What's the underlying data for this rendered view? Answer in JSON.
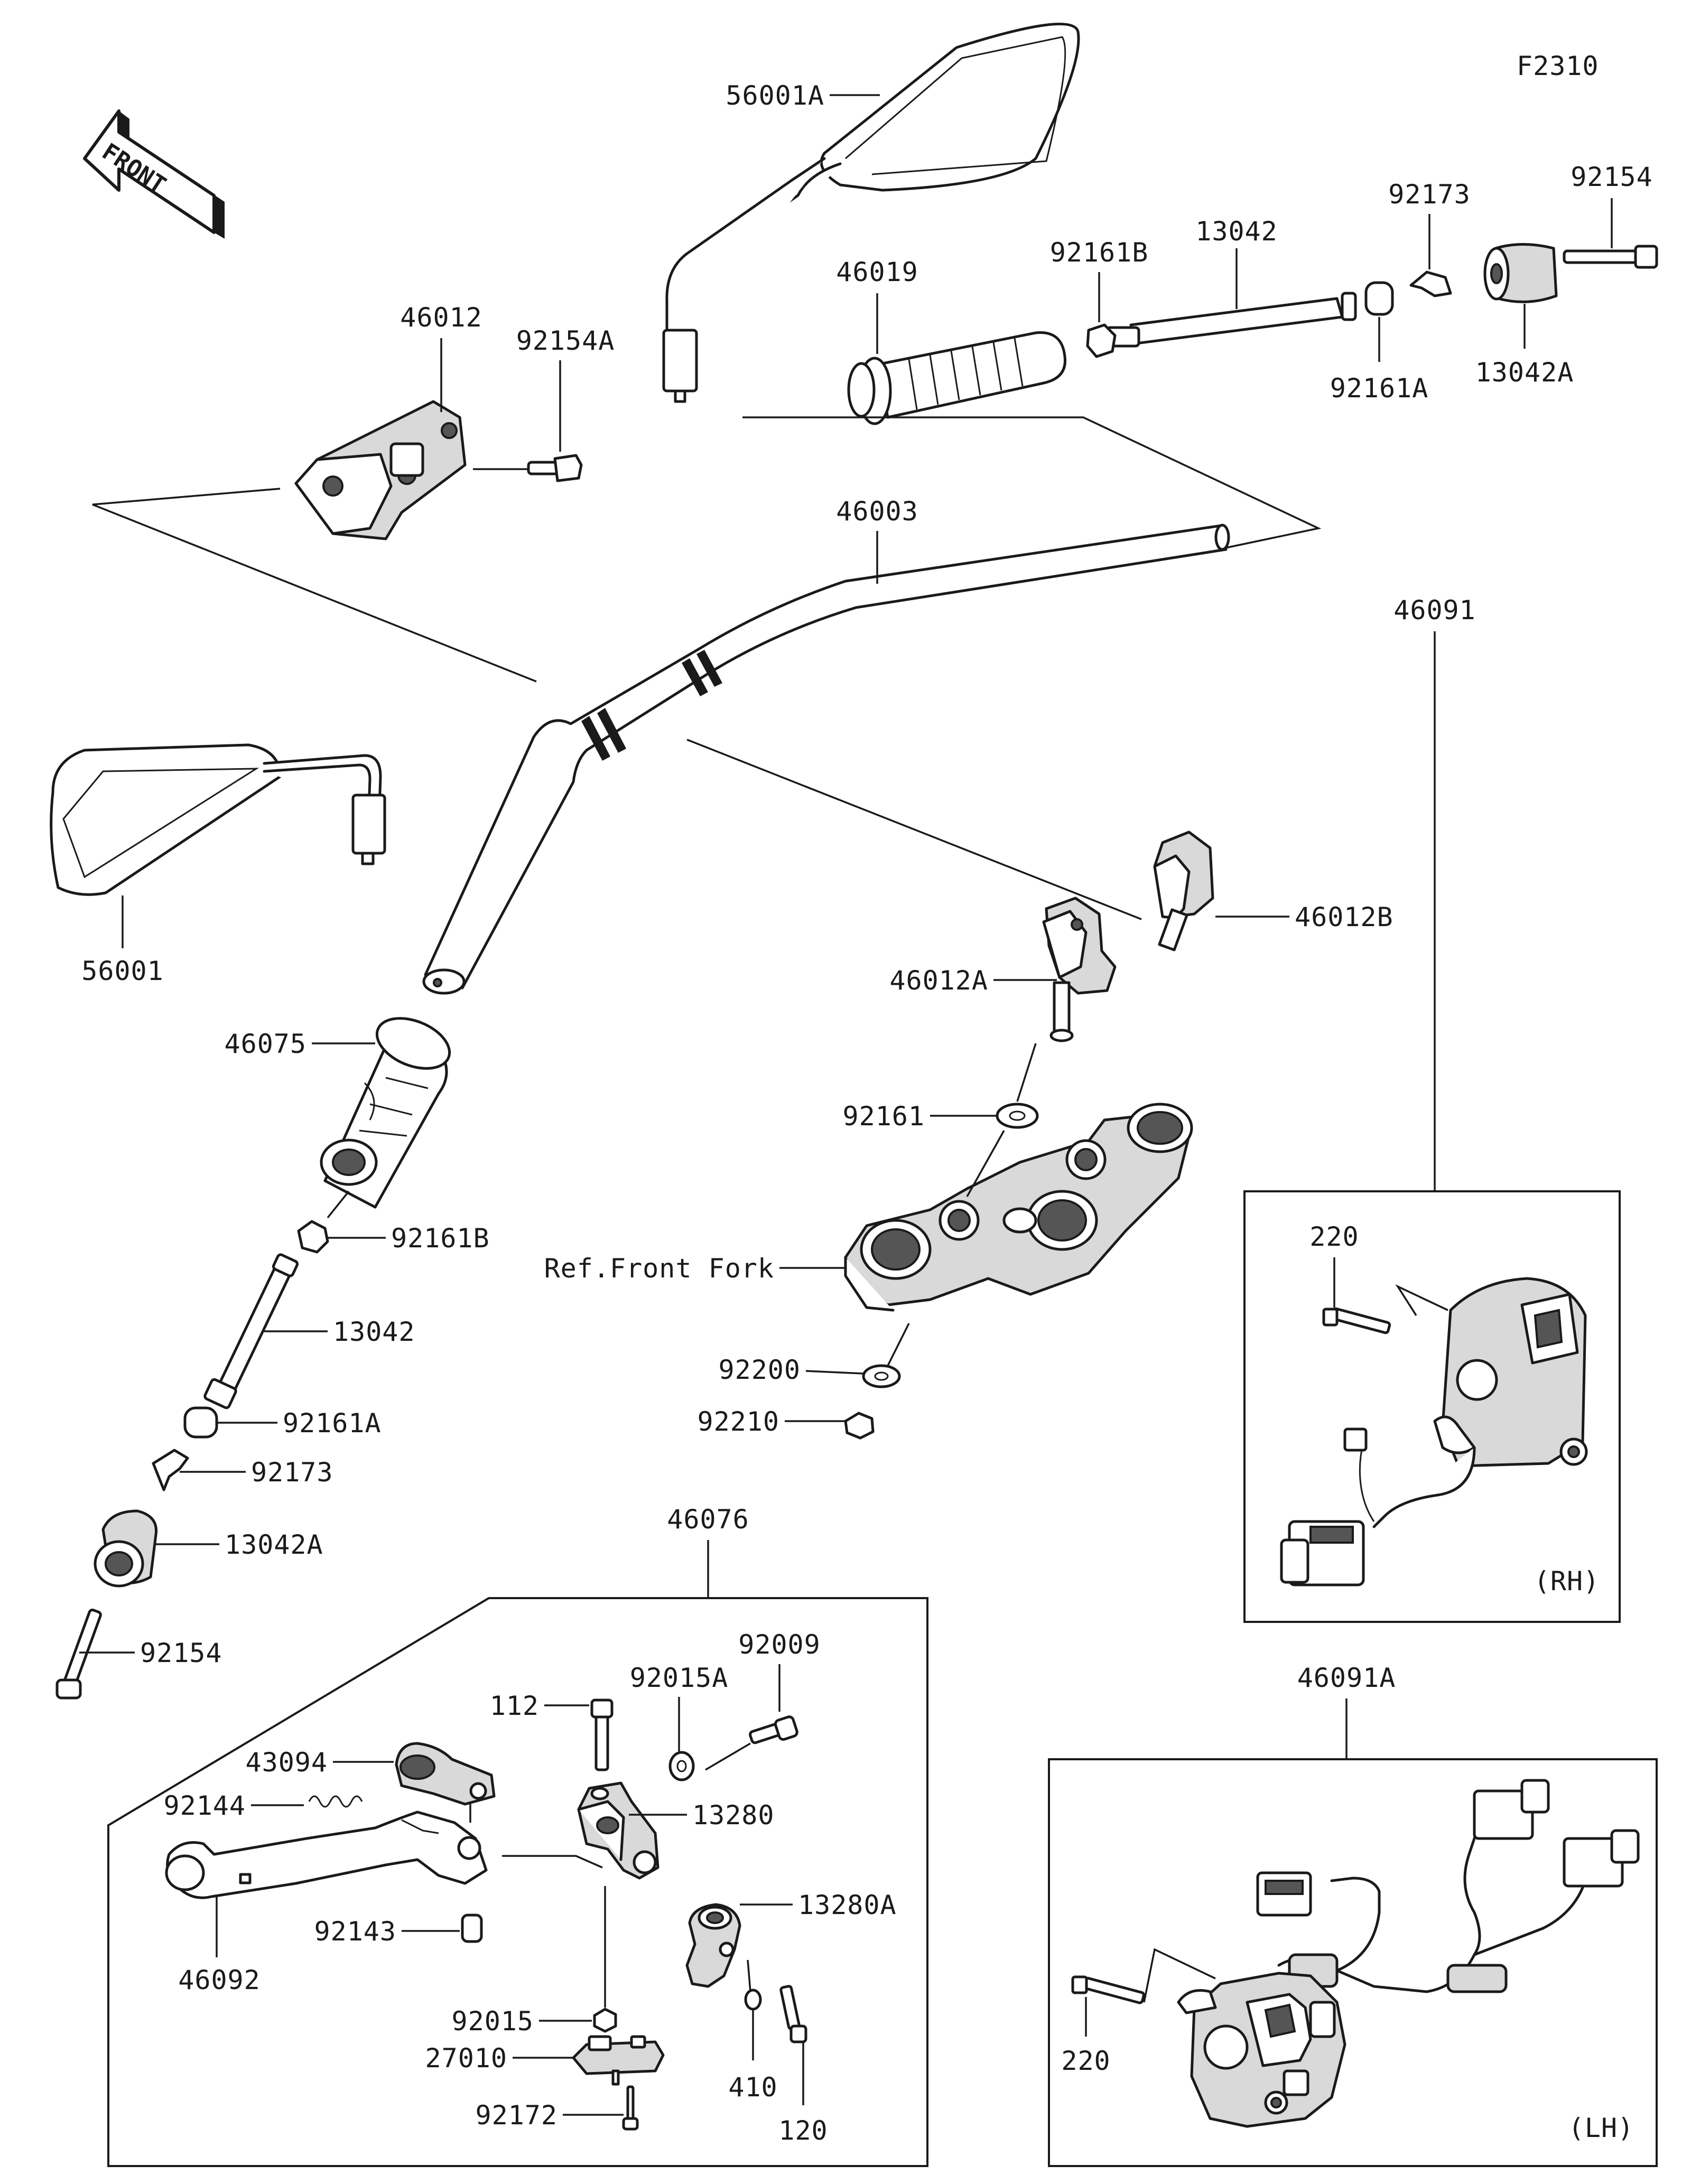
{
  "figure_code": "F2310",
  "front_text": "FRONT",
  "labels": {
    "56001A": "56001A",
    "92154_top": "92154",
    "92173_top": "92173",
    "13042_top": "13042",
    "92161B_top": "92161B",
    "46019": "46019",
    "46012": "46012",
    "92154A": "92154A",
    "92161A_top": "92161A",
    "13042A_top": "13042A",
    "46003": "46003",
    "56001": "56001",
    "46012B": "46012B",
    "46012A": "46012A",
    "46075": "46075",
    "92161": "92161",
    "46091": "46091",
    "92161B_left": "92161B",
    "ref_front_fork": "Ref.Front Fork",
    "220_rh": "220",
    "13042_left": "13042",
    "92200": "92200",
    "92161A_left": "92161A",
    "92210": "92210",
    "92173_left": "92173",
    "13042A_left": "13042A",
    "46076": "46076",
    "92154_left": "92154",
    "92009": "92009",
    "92015A": "92015A",
    "112": "112",
    "46091A": "46091A",
    "43094": "43094",
    "13280": "13280",
    "92144": "92144",
    "13280A": "13280A",
    "92143": "92143",
    "46092": "46092",
    "92015": "92015",
    "410": "410",
    "27010": "27010",
    "120": "120",
    "92172": "92172",
    "220_lh": "220",
    "rh": "(RH)",
    "lh": "(LH)"
  }
}
